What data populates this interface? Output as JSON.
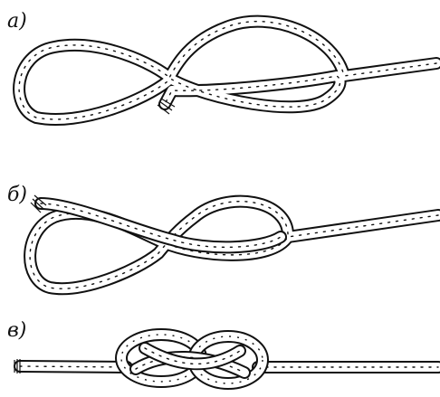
{
  "figure": {
    "panels": [
      {
        "label": "a)"
      },
      {
        "label": "б)"
      },
      {
        "label": "в)"
      }
    ],
    "ink_color": "#111111",
    "paper_color": "#ffffff"
  }
}
